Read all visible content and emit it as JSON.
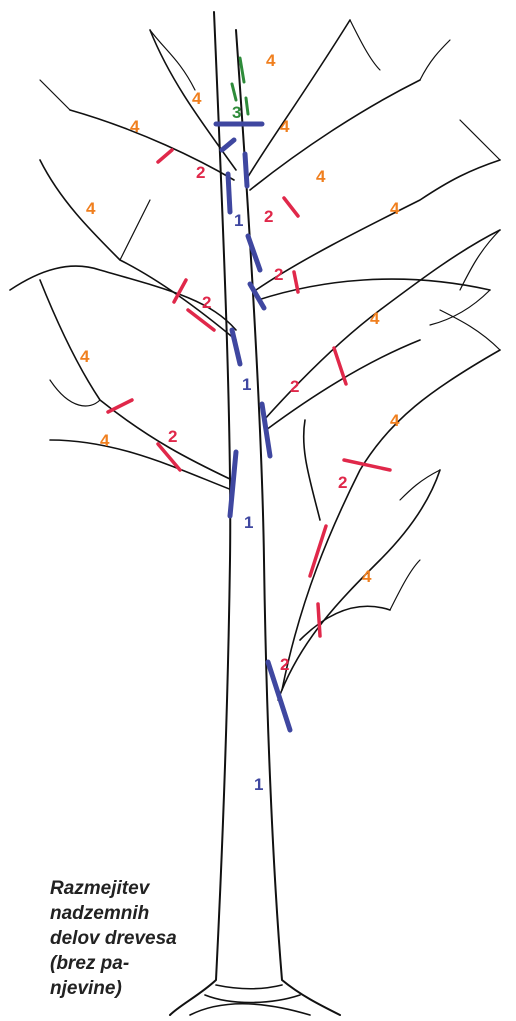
{
  "colors": {
    "trunk_marker": "#3f47a0",
    "branch_marker": "#e0284a",
    "top_marker": "#2e8b3a",
    "twig_label": "#f07f1e",
    "outline": "#111111"
  },
  "caption": {
    "lines": [
      "Razmejitev",
      "nadzemnih",
      "delov drevesa",
      "(brez pa-",
      "njevine)"
    ]
  },
  "labels": [
    {
      "text": "4",
      "cls": "twig"
    },
    {
      "text": "4",
      "cls": "twig"
    },
    {
      "text": "4",
      "cls": "twig"
    },
    {
      "text": "4",
      "cls": "twig"
    },
    {
      "text": "4",
      "cls": "twig"
    },
    {
      "text": "4",
      "cls": "twig"
    },
    {
      "text": "4",
      "cls": "twig"
    },
    {
      "text": "4",
      "cls": "twig"
    },
    {
      "text": "4",
      "cls": "twig"
    },
    {
      "text": "4",
      "cls": "twig"
    },
    {
      "text": "4",
      "cls": "twig"
    },
    {
      "text": "4",
      "cls": "twig"
    },
    {
      "text": "3",
      "cls": "top"
    },
    {
      "text": "2",
      "cls": "branch"
    },
    {
      "text": "2",
      "cls": "branch"
    },
    {
      "text": "2",
      "cls": "branch"
    },
    {
      "text": "2",
      "cls": "branch"
    },
    {
      "text": "2",
      "cls": "branch"
    },
    {
      "text": "2",
      "cls": "branch"
    },
    {
      "text": "2",
      "cls": "branch"
    },
    {
      "text": "2",
      "cls": "branch"
    },
    {
      "text": "1",
      "cls": "trunk"
    },
    {
      "text": "1",
      "cls": "trunk"
    },
    {
      "text": "1",
      "cls": "trunk"
    },
    {
      "text": "1",
      "cls": "trunk"
    }
  ]
}
